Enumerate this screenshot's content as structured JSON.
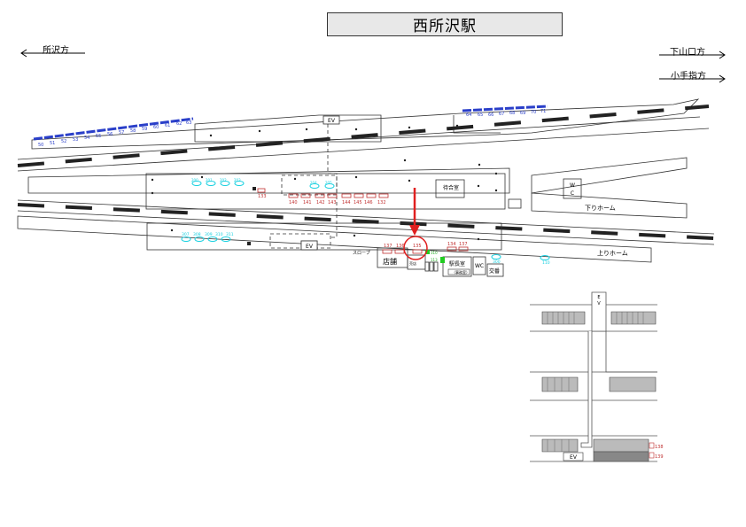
{
  "title": "西所沢駅",
  "directions": {
    "left": "所沢方",
    "right_top": "下山口方",
    "right_bottom": "小手指方"
  },
  "labels": {
    "ev": "EV",
    "ev_vertical": "EV",
    "waiting_room": "待合室",
    "wc": "W C",
    "wc_small": "WC",
    "down_platform": "下りホーム",
    "up_platform": "上りホーム",
    "shop": "店舗",
    "shop_sub": "売店",
    "station_office": "駅長室",
    "station_office_sub": "（事務室）",
    "koban": "交番",
    "slope": "スロープ"
  },
  "car_numbers_left": [
    "50",
    "51",
    "52",
    "53",
    "54",
    "55",
    "56",
    "57",
    "58",
    "59",
    "60",
    "61",
    "62",
    "63"
  ],
  "car_numbers_right": [
    "64",
    "65",
    "66",
    "67",
    "68",
    "69",
    "70",
    "71"
  ],
  "bench_numbers_red": [
    "133",
    "140",
    "141",
    "142",
    "143",
    "144",
    "145",
    "146",
    "132",
    "137",
    "136",
    "135",
    "134",
    "137"
  ],
  "stair_numbers_cyan_top": [
    "200",
    "201",
    "202",
    "203",
    "204",
    "205"
  ],
  "stair_numbers_cyan_bottom": [
    "307",
    "308",
    "309",
    "310",
    "311"
  ],
  "misc_numbers": {
    "n300": "300",
    "n310": "310",
    "n110": "110",
    "n113": "113"
  },
  "side_view_numbers": [
    "138",
    "139"
  ],
  "colors": {
    "highlight": "#e02020",
    "platform_mark": "#2a3fc9",
    "cyan": "#18d0e0",
    "red_item": "#c03030",
    "green": "#22cc22"
  }
}
